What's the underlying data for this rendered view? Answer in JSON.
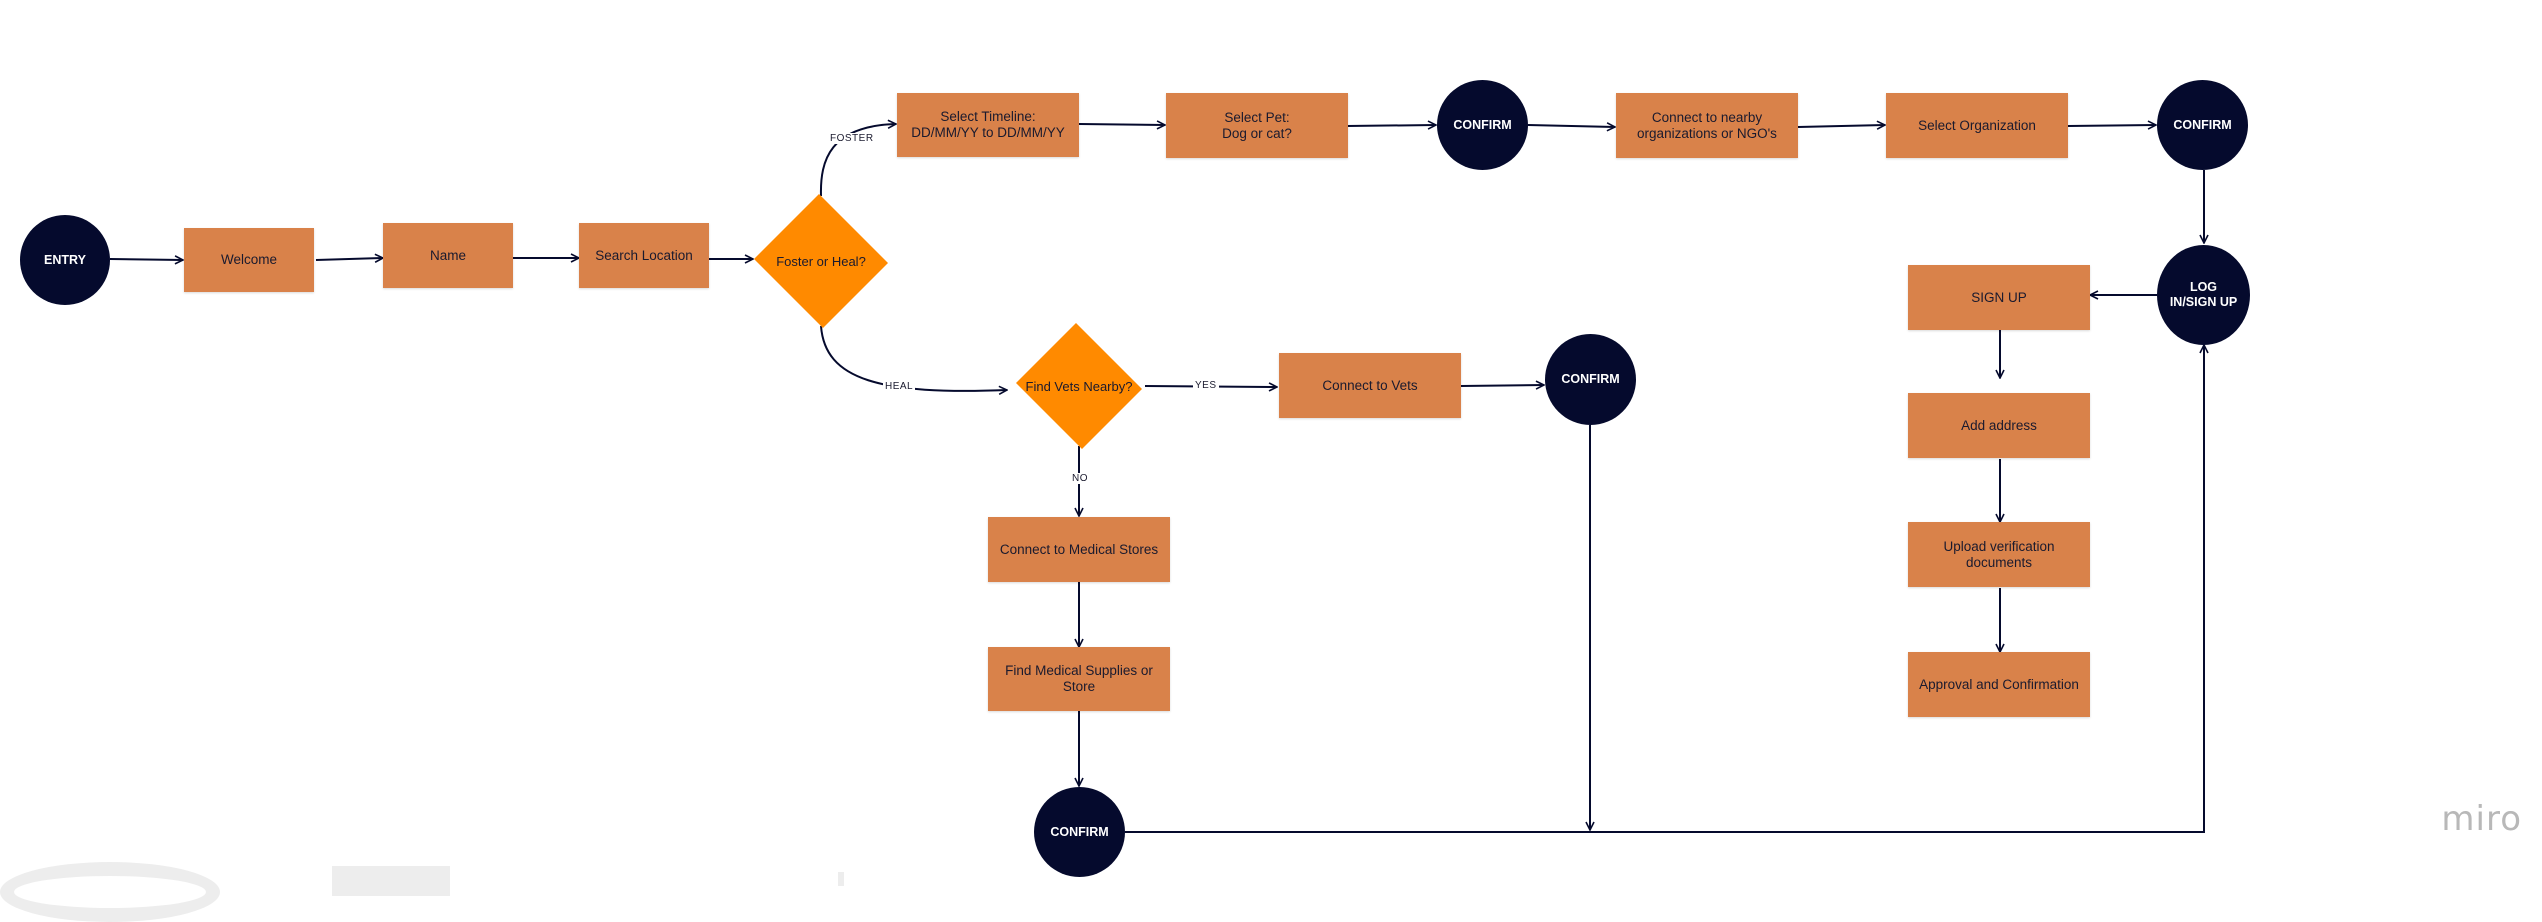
{
  "nodes": {
    "entry": "ENTRY",
    "welcome": "Welcome",
    "name": "Name",
    "search_location": "Search Location",
    "foster_or_heal": "Foster or\nHeal?",
    "select_timeline": "Select Timeline:\nDD/MM/YY to DD/MM/YY",
    "select_pet": "Select Pet:\nDog or cat?",
    "confirm_foster_1": "CONFIRM",
    "connect_orgs": "Connect to nearby\norganizations or NGO's",
    "select_org": "Select Organization",
    "confirm_foster_2": "CONFIRM",
    "login_signup": "LOG\nIN/SIGN UP",
    "sign_up": "SIGN UP",
    "add_address": "Add address",
    "upload_docs": "Upload verification documents",
    "approval": "Approval and Confirmation",
    "find_vets": "Find Vets\nNearby?",
    "connect_vets": "Connect to Vets",
    "confirm_vets": "CONFIRM",
    "connect_medical_stores": "Connect to Medical Stores",
    "find_medical_supplies": "Find Medical Supplies or Store",
    "confirm_medical": "CONFIRM"
  },
  "edge_labels": {
    "foster": "FOSTER",
    "heal": "HEAL",
    "yes": "YES",
    "no": "NO"
  },
  "colors": {
    "process": "#d9824a",
    "decision": "#ff8a00",
    "terminal": "#050a2d",
    "connector": "#050a2d"
  },
  "watermark": "miro"
}
